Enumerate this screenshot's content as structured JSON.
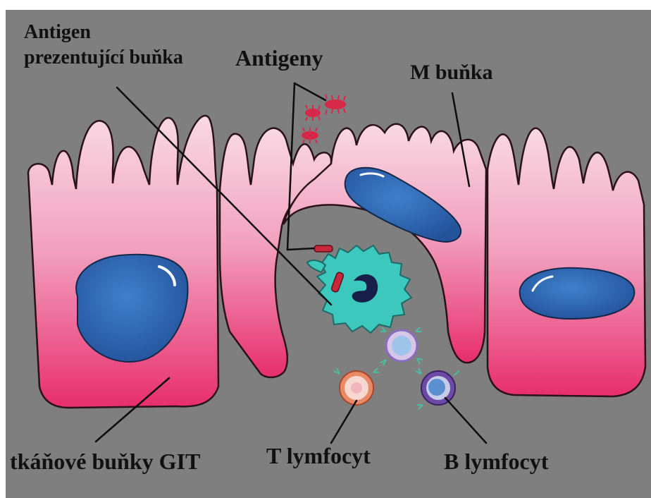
{
  "diagram": {
    "labels": {
      "apc_line1": "Antigen",
      "apc_line2": "prezentující buňka",
      "antigens": "Antigeny",
      "m_cell": "M buňka",
      "tissue_cells": "tkáňové buňky GIT",
      "t_lymphocyte": "T lymfocyt",
      "b_lymphocyte": "B lymfocyt"
    },
    "colors": {
      "background": "#7f7f7f",
      "cell_top": "#f8d9e3",
      "cell_bottom": "#e82e6d",
      "nucleus": "#2f6bb8",
      "apc": "#3cc8bd",
      "antigen": "#d8284a",
      "t_cell": "#e98a66",
      "b_cell": "#6c4aa5",
      "receptor": "#4bbda0"
    }
  }
}
